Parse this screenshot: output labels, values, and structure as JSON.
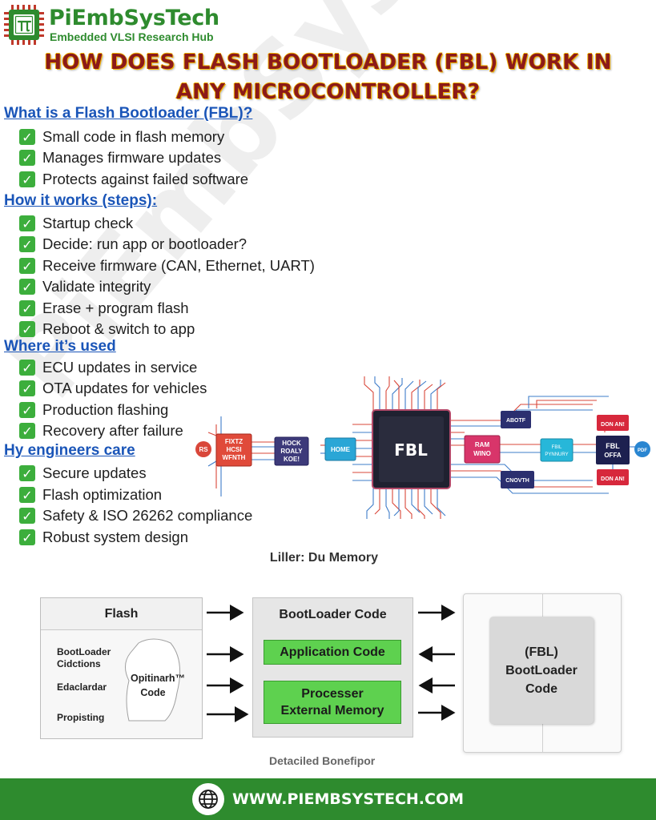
{
  "brand": {
    "name": "PiEmbSysTech",
    "tagline": "Embedded VLSI Research Hub",
    "watermark": "PiEmbSysTech",
    "accent": "#2e8b2e"
  },
  "title": {
    "line1": "HOW DOES FLASH BOOTLOADER (FBL) WORK IN",
    "line2": "ANY MICROCONTROLLER?",
    "color": "#8b1a1a"
  },
  "sections": [
    {
      "heading": "What is a Flash Bootloader (FBL)?",
      "items": [
        "Small code in flash memory",
        "Manages firmware updates",
        "Protects against failed software"
      ]
    },
    {
      "heading": "How it works (steps):",
      "items": [
        "Startup check",
        "Decide: run app or bootloader?",
        "Receive firmware (CAN, Ethernet, UART)",
        "Validate integrity",
        "Erase + program flash",
        "Reboot & switch to app"
      ]
    },
    {
      "heading": "Where it’s used",
      "items": [
        "ECU updates in service",
        "OTA updates for vehicles",
        "Production flashing",
        "Recovery after failure"
      ]
    },
    {
      "heading": "Hy engineers care",
      "items": [
        "Secure updates",
        "Flash optimization",
        "Safety & ISO 26262 compliance",
        "Robust system design"
      ]
    }
  ],
  "check_icon": "check-mark-icon",
  "graphic": {
    "chip_label": "FBL",
    "left_badge": "RS",
    "block_red_left": [
      "FIXTZ",
      "HCSI",
      "WFNTH"
    ],
    "block_purple": [
      "HOCK",
      "ROALY",
      "KOE!"
    ],
    "block_cyan": "HOME",
    "block_pink": [
      "RAM",
      "WINO"
    ],
    "block_top": "ABOTF",
    "block_bottom": "CNOVTH",
    "block_small_cyan": [
      "FBIL",
      "PYNNURY"
    ],
    "block_dark_right": [
      "FBL",
      "OFFA"
    ],
    "block_red_top": "DON AN!",
    "block_red_bottom": "DON AN!",
    "right_badge": "PDF"
  },
  "memory_diagram": {
    "caption_top": "Liller: Du Memory",
    "flash": {
      "title": "Flash",
      "labels": [
        "BootLoader",
        "Cidctions",
        "Edaclardar",
        "Propisting"
      ],
      "blob": [
        "Opitinarh™",
        "Code"
      ]
    },
    "middle": {
      "title": "BootLoader Code",
      "app": "Application Code",
      "ext": [
        "Processer",
        "External Memory"
      ]
    },
    "right": [
      "(FBL)",
      "BootLoader",
      "Code"
    ],
    "caption_bottom": "Detaciled Bonefipor"
  },
  "footer": {
    "url": "WWW.PIEMBSYSTECH.COM",
    "icon": "globe-icon"
  }
}
